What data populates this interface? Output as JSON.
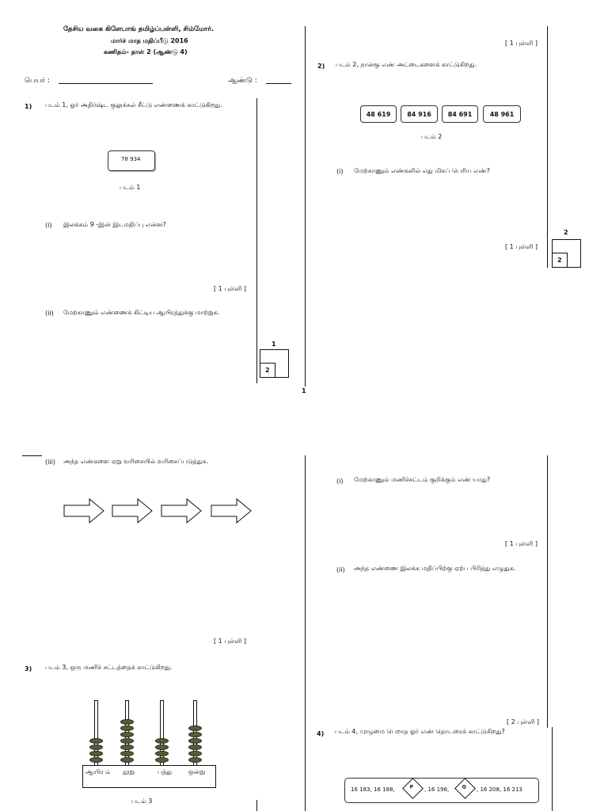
{
  "header": {
    "school": "தேசிய வகை கிளேபாங் தமிழ்ப்பள்ளி, சிம்மோர்.",
    "exam": "மார்ச் மாத மதிப்பீடு 2016",
    "subject": "கணிதம்- தாள் 2 (ஆண்டு 4)",
    "name_label": "பெயர் :",
    "year_label": "ஆண்டு :"
  },
  "q1": {
    "num": "1)",
    "text": "படம் 1, ஓர் அதிர்ஷ்ட குலுக்கல் சீட்டு எண்ணைக் காட்டுகிறது.",
    "ticket": "78 934",
    "caption": "படம் 1",
    "i_label": "(i)",
    "i_text": "இலக்கம் 9 -இன் இடமதிப்பு என்ன?",
    "i_mark": "[ 1 புள்ளி ]",
    "ii_label": "(ii)",
    "ii_text": "மேற்காணும் எண்ணைக் கிட்டிய ஆயிரத்துக்கு மாற்றுக.",
    "box_total": "1",
    "box_score": "2"
  },
  "top_right": {
    "mark_top": "[ 1 புள்ளி ]",
    "q2_num": "2)",
    "q2_text": "படம் 2, நான்கு எண் அட்டைகளைக் காட்டுகிறது.",
    "cards": [
      "48 619",
      "84 916",
      "84 691",
      "48 961"
    ],
    "caption": "படம் 2",
    "i_label": "(i)",
    "i_text": "மேற்காணும் எண்களில் எது மிகப் பெரிய எண்?",
    "i_mark": "[ 1 புள்ளி ]",
    "box_total": "2",
    "box_score": "2"
  },
  "page_number": "1",
  "bottom_left": {
    "iii_label": "(iii)",
    "iii_text": "அந்த எண்களை ஏறு வரிசையில் வரிசைப்படுத்துக.",
    "iii_mark": "[ 1 புள்ளி ]",
    "q3_num": "3)",
    "q3_text": "படம் 3, ஒரு மணிச் சட்டத்தைக் காட்டுகிறது.",
    "abacus_labels": [
      "ஆயிர ம்",
      "நூறு",
      "பத்து",
      "ஒன்று"
    ],
    "abacus_beads": [
      4,
      7,
      4,
      6
    ],
    "caption": "படம் 3"
  },
  "bottom_right": {
    "i_label": "(i)",
    "i_text": "மேற்காணும் மணிச்சட்டம் குறிக்கும் எண் யாது?",
    "i_mark": "[ 1 புள்ளி ]",
    "ii_label": "(ii)",
    "ii_text": "அந்த எண்ணை இலக்க மதிப்பிற்கு ஏற்ப பிரித்து எழுதுக.",
    "ii_mark": "[ 2 புள்ளி ]",
    "q4_num": "4)",
    "q4_text": "படம் 4, முழுமை பெறாத ஓர் எண் தொடரைக் காட்டுகிறது?",
    "seq_part1": "16 183, 16 188,",
    "diamond1": "P",
    "seq_part2": ", 16 198,",
    "diamond2": "Q",
    "seq_part3": ", 16 208, 16 213"
  }
}
